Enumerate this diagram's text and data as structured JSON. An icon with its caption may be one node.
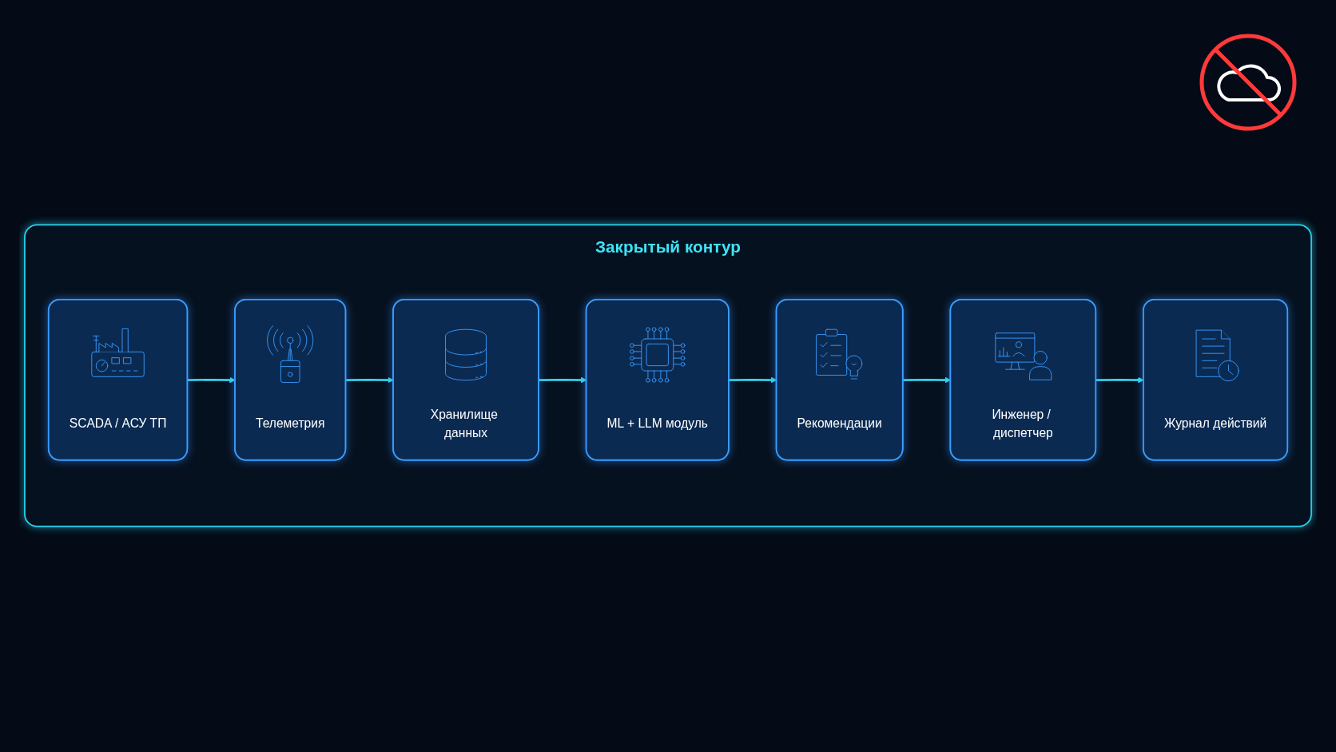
{
  "diagram": {
    "nodes": [
      {
        "text": [
          "Закрытый контур"
        ]
      },
      {
        "text": [
          "SCADA / АСУ ТП"
        ],
        "in": 0
      },
      {
        "text": [
          "Телеметрия"
        ],
        "in": 0
      },
      {
        "text": [
          "Хранилище данных"
        ],
        "in": 0
      },
      {
        "text": [
          "ML + LLM модуль"
        ],
        "in": 0
      },
      {
        "text": [
          "Рекомендации"
        ],
        "in": 0
      },
      {
        "text": [
          "Инженер / диспетчер"
        ],
        "in": 0
      },
      {
        "text": [
          "Журнал действий"
        ],
        "in": 0
      }
    ],
    "edges": [
      {
        "from": 1,
        "to": 2,
        "arrow": "to"
      },
      {
        "from": 2,
        "to": 3,
        "arrow": "to"
      },
      {
        "from": 3,
        "to": 4,
        "arrow": "to"
      },
      {
        "from": 4,
        "to": 5,
        "arrow": "to"
      },
      {
        "from": 5,
        "to": 6,
        "arrow": "to"
      },
      {
        "from": 6,
        "to": 7,
        "arrow": "to"
      }
    ]
  }
}
